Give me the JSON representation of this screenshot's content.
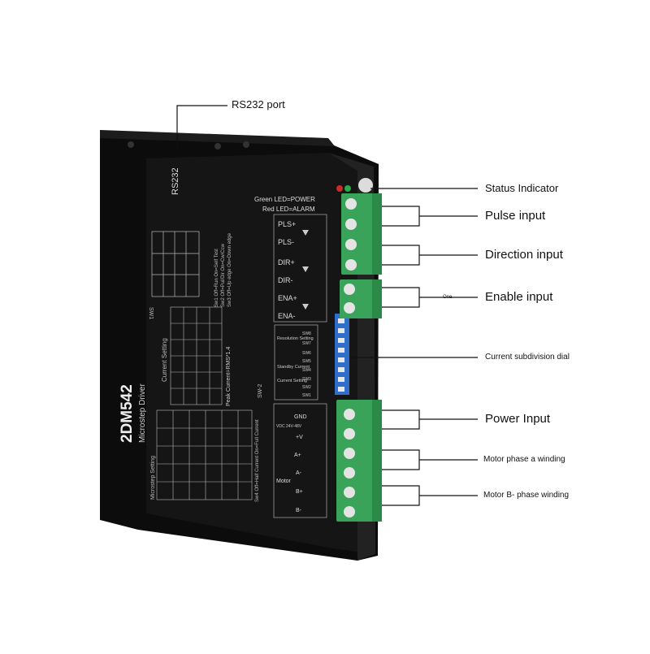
{
  "device": {
    "model": "2DM542",
    "subtitle": "Microstep Driver",
    "rs232": "RS232",
    "sw1_label": "SW1",
    "sw2_label": "SW-2",
    "led_green": "Green LED=POWER",
    "led_red": "Red LED=ALARM",
    "current_setting_title": "Current Setting",
    "peak_current_note": "Peak Current=RMS*1.4",
    "microstep_title": "Microstep Setting",
    "sw_notes": [
      "Sw1  Off=Run On=Self Test",
      "Sw2  Off=Pul/Dir On=Cw/Ccw",
      "Sw3  Off=Up edge On=Down edge"
    ],
    "sw8_note": "Sw4  Off=Half Current On=Full Current",
    "dip_labels": [
      "SW8",
      "SW7",
      "SW6",
      "SW5",
      "SW4"
    ],
    "resolution_setting": "Resolution Setting",
    "standby_current": "Standby Current",
    "current_setting": "Current Setting",
    "sw_right": [
      "SW3",
      "SW2",
      "SW1"
    ],
    "terminals_signal": [
      "PLS+",
      "PLS-",
      "DIR+",
      "DIR-",
      "ENA+",
      "ENA-"
    ],
    "vdc": "VDC 24V-48V",
    "gnd": "GND",
    "plus_v": "+V",
    "motor": "Motor",
    "motor_terms": [
      "A+",
      "A-",
      "B+",
      "B-"
    ]
  },
  "annotations": {
    "rs232_port": "RS232 port",
    "status_indicator": "Status Indicator",
    "pulse_input": "Pulse input",
    "direction_input": "Direction input",
    "one": "One",
    "enable_input": "Enable input",
    "current_subdivision_dial": "Current subdivision dial",
    "power_input": "Power Input",
    "motor_a": "Motor phase a winding",
    "motor_b": "Motor B- phase winding"
  },
  "colors": {
    "body": "#111111",
    "terminal": "#3aa35a",
    "led_red": "#cc2a2a",
    "led_green": "#2aa84a",
    "dip": "#2f6fc9"
  }
}
